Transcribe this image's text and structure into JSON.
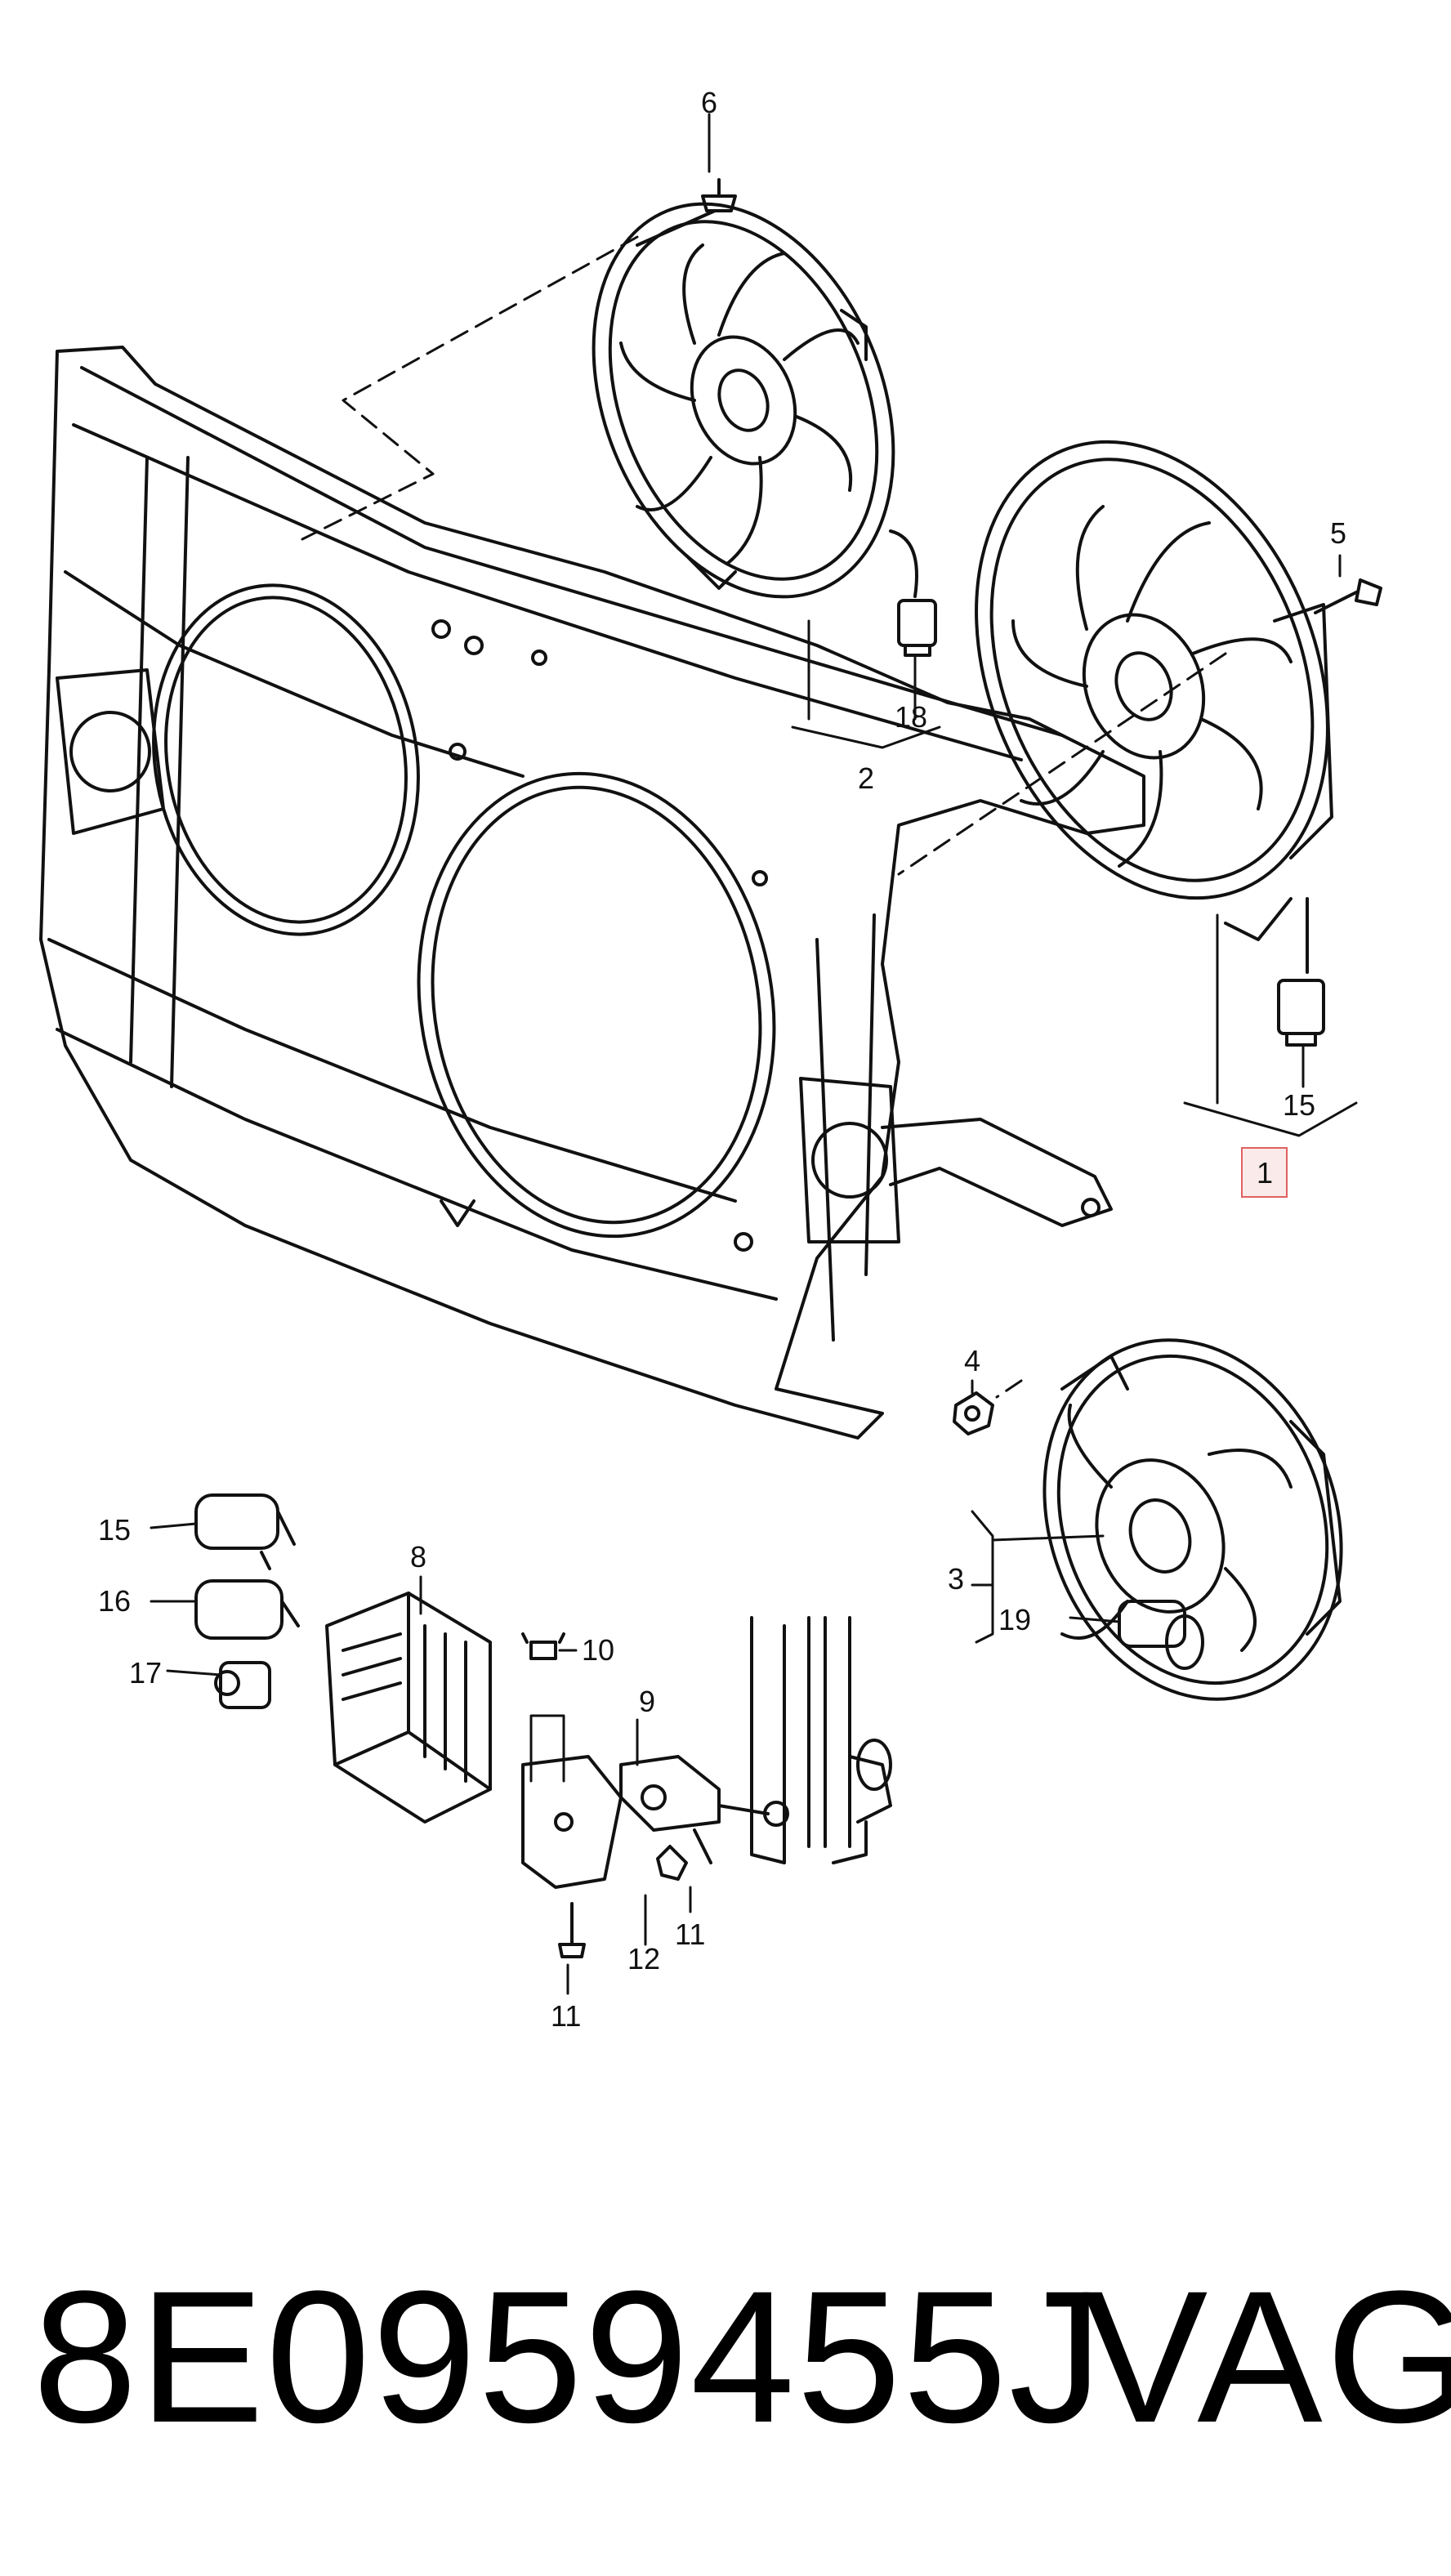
{
  "diagram": {
    "callouts": {
      "c1": "1",
      "c2": "2",
      "c3": "3",
      "c4": "4",
      "c5": "5",
      "c6": "6",
      "c8": "8",
      "c9": "9",
      "c10": "10",
      "c11a": "11",
      "c11b": "11",
      "c12": "12",
      "c15a": "15",
      "c15b": "15",
      "c16": "16",
      "c17": "17",
      "c18": "18",
      "c19": "19"
    },
    "highlight_color": "#e06060"
  },
  "footer": {
    "part_number": "8E0959455J",
    "brand": "VAG"
  }
}
